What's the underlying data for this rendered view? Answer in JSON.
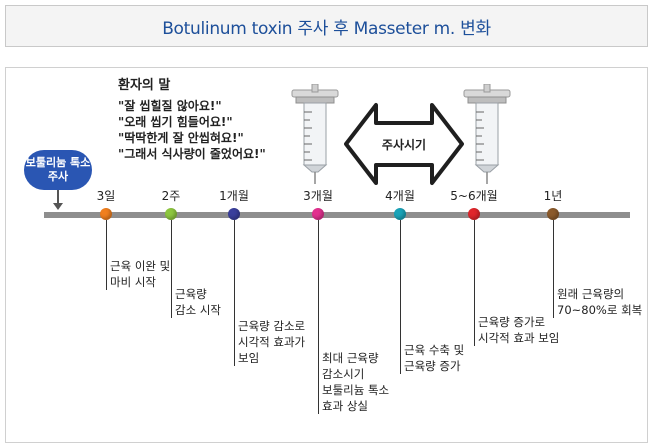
{
  "title": "Botulinum toxin 주사 후 Masseter m. 변화",
  "patient_voice": {
    "heading": "환자의 말",
    "quotes": [
      "\"잘 씹힐질 않아요!\"",
      "\"오래 씹기 힘들어요!\"",
      "\"딱딱한게 잘 안씹혀요!\"",
      "\"그래서 식사량이 줄었어요!\""
    ]
  },
  "injection_bubble": {
    "line1": "보툴리눔 톡소",
    "line2": "주사"
  },
  "injection_timing_label": "주사시기",
  "timeline": {
    "points": [
      {
        "label": "3일",
        "color": "#f07f1e",
        "notes": [
          "근육 이완 및",
          "마비 시작"
        ]
      },
      {
        "label": "2주",
        "color": "#8dc63f",
        "notes": [
          "근육량",
          "감소 시작"
        ]
      },
      {
        "label": "1개월",
        "color": "#3a3f9c",
        "notes": [
          "근육량 감소로",
          "시각적 효과가",
          "보임"
        ]
      },
      {
        "label": "3개월",
        "color": "#e2308f",
        "notes": [
          "최대 근육량",
          "감소시기",
          "보툴리늄 톡소",
          "효과 상실"
        ]
      },
      {
        "label": "4개월",
        "color": "#1aa3b8",
        "notes": [
          "근육 수축 및",
          "근육량 증가"
        ]
      },
      {
        "label": "5~6개월",
        "color": "#e0262b",
        "notes": [
          "근육량 증가로",
          "시각적 효과 보임"
        ]
      },
      {
        "label": "1년",
        "color": "#8b5a2b",
        "notes": [
          "원래 근육량의",
          "70~80%로 회복"
        ]
      }
    ]
  }
}
